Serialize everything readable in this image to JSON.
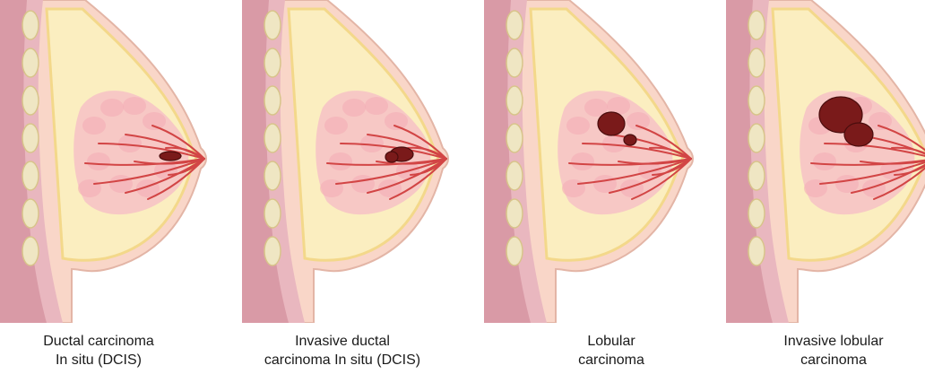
{
  "panels": [
    {
      "id": "ductal-in-situ",
      "caption": [
        "Ductal carcinoma",
        "In situ (DCIS)"
      ]
    },
    {
      "id": "invasive-ductal",
      "caption": [
        "Invasive ductal",
        "carcinoma In situ (DCIS)"
      ]
    },
    {
      "id": "lobular",
      "caption": [
        "Lobular",
        "carcinoma"
      ]
    },
    {
      "id": "invasive-lobular",
      "caption": [
        "Invasive lobular",
        "carcinoma"
      ]
    }
  ],
  "colors": {
    "skin_outline": "#e3b5a6",
    "skin": "#f9d6c8",
    "fat": "#fbeec0",
    "fat_edge": "#f3d88a",
    "chest_wall": "#d99aa6",
    "chest_wall_light": "#e9b7bf",
    "rib": "#efe6c3",
    "lobule": "#f6c1c6",
    "vessel": "#d24545",
    "tumor": "#7a1a1a"
  }
}
